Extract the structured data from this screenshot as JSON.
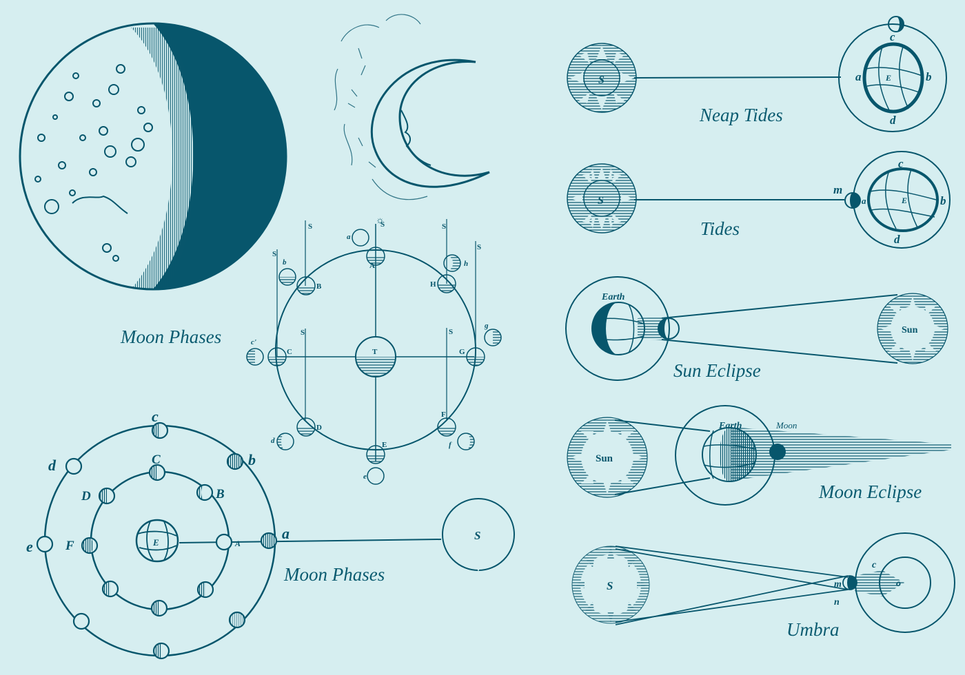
{
  "colors": {
    "background": "#d6eef0",
    "ink": "#07566c"
  },
  "captions": {
    "moon_phases_top": "Moon Phases",
    "moon_phases_bottom": "Moon Phases",
    "neap_tides": "Neap Tides",
    "tides": "Tides",
    "sun_eclipse": "Sun Eclipse",
    "moon_eclipse": "Moon Eclipse",
    "umbra": "Umbra"
  },
  "phase_grid": {
    "center": "T",
    "orbit_points": [
      "A",
      "B",
      "C",
      "D",
      "E",
      "F",
      "G",
      "H"
    ],
    "outer_moons": [
      "a",
      "b",
      "c'",
      "d",
      "e",
      "f",
      "g",
      "h"
    ],
    "moon_mark": "c",
    "sun_mark": "S"
  },
  "concentric_phases": {
    "outer": [
      "c",
      "b",
      "a",
      "d",
      "e"
    ],
    "inner": [
      "C",
      "B",
      "A",
      "D",
      "F"
    ],
    "center": "E",
    "sun": "S"
  },
  "neap_tides": {
    "sun": "S",
    "earth": "E",
    "points": [
      "a",
      "b",
      "c",
      "d"
    ]
  },
  "tides": {
    "sun": "S",
    "earth": "E",
    "moon": "m",
    "points": [
      "a",
      "b",
      "c",
      "d"
    ]
  },
  "sun_eclipse": {
    "earth": "Earth",
    "sun": "Sun"
  },
  "moon_eclipse": {
    "earth": "Earth",
    "moon": "Moon",
    "sun": "Sun"
  },
  "umbra": {
    "sun": "S",
    "moon": "m",
    "center": "o",
    "points": [
      "c",
      "n"
    ]
  }
}
